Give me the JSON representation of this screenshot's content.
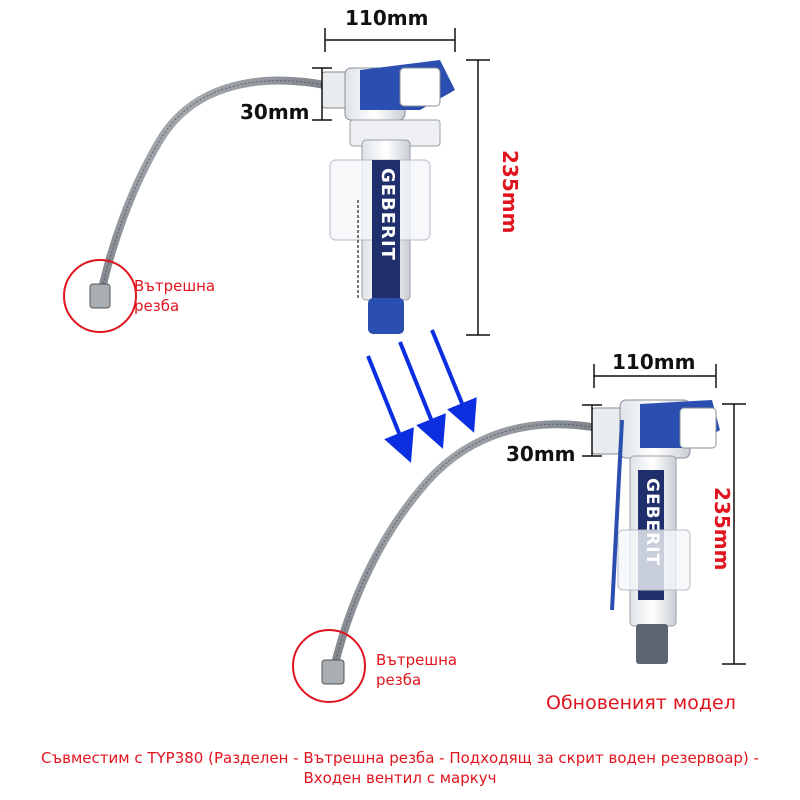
{
  "top_valve": {
    "width_label": "110mm",
    "inlet_label": "30mm",
    "height_label": "235mm",
    "thread_label": "Вътрешна резба",
    "brand": "GEBERIT"
  },
  "bottom_valve": {
    "width_label": "110mm",
    "inlet_label": "30mm",
    "height_label": "235mm",
    "thread_label": "Вътрешна резба",
    "brand": "GEBERIT",
    "model_label": "Обновеният модел"
  },
  "caption": "Съвместим с TYP380 (Разделен - Вътрешна резба - Подходящ за скрит воден резервоар) - Входен вентил с маркуч",
  "colors": {
    "accent_red": "#e0141e",
    "arrow_blue": "#0b2fe0",
    "valve_blue": "#2b4fb0",
    "hose_steel": "#9aa0a6"
  }
}
